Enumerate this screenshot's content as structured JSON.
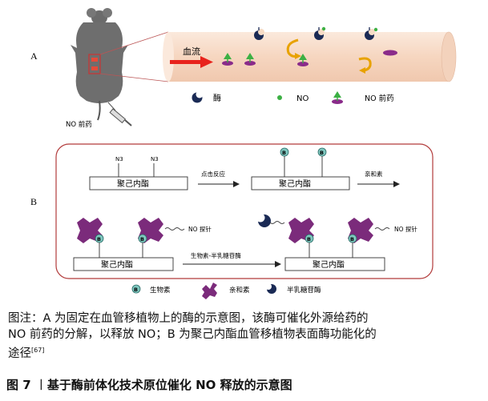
{
  "panel_a": {
    "letter": "A",
    "blood_flow_label": "血流",
    "prodrug_label": "NO 前药",
    "legend": {
      "enzyme": "酶",
      "no": "NO",
      "no_prodrug": "NO 前药"
    }
  },
  "panel_b": {
    "letter": "B",
    "n3_label": "N3",
    "polymer_label": "聚己内酯",
    "step_click": "点击反应",
    "step_affinity": "亲和素",
    "step_biotin_gal": "生物素-半乳糖苷酶",
    "probe_label": "NO 探针",
    "biotin_badge": "B",
    "legend": {
      "biotin": "生物素",
      "avidin": "亲和素",
      "galactosidase": "半乳糖苷酶"
    }
  },
  "caption": {
    "line1": "图注：A 为固定在血管移植物上的酶的示意图，该酶可催化外源给药的",
    "line2": "NO 前药的分解，以释放 NO；B 为聚己内酯血管移植物表面酶功能化的",
    "line3": "途径",
    "ref": "[67]"
  },
  "figure_title": "图 7 ︱基于酶前体化技术原位催化 NO 释放的示意图",
  "colors": {
    "vessel": "#f7dcc6",
    "arrow_red": "#e8231c",
    "enzyme_dark": "#1a2a55",
    "no_green": "#3cb044",
    "prodrug_purple": "#8a2b8a",
    "avidin_purple": "#7b2b7b",
    "biotin_teal": "#7fc8c0",
    "frame_red": "#b23b3b"
  }
}
